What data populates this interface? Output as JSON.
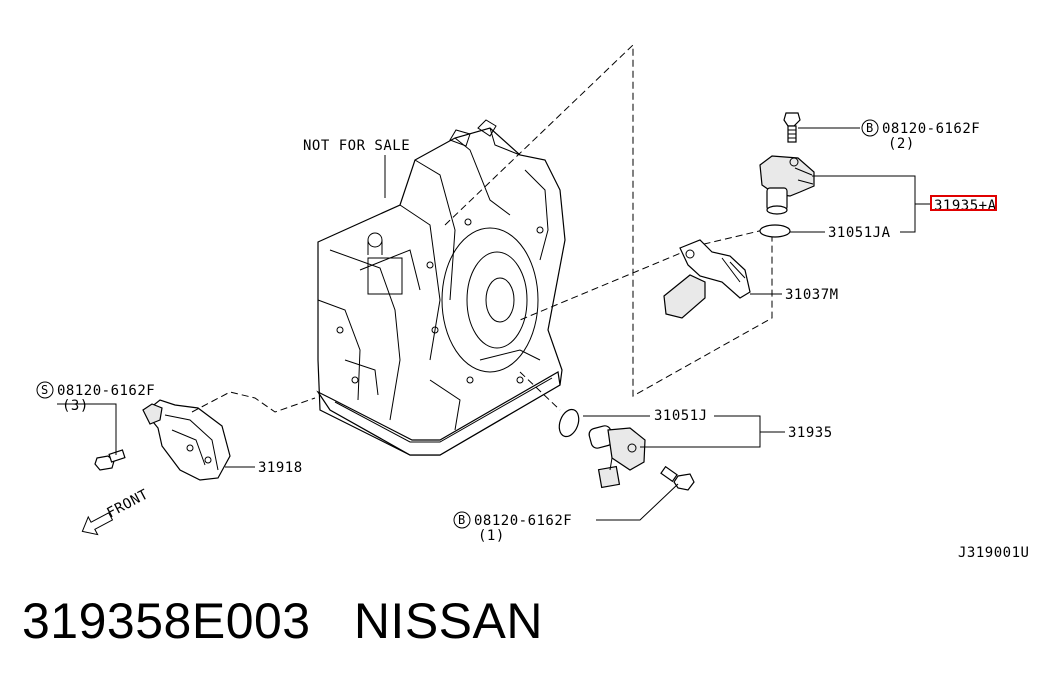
{
  "labels": {
    "not_for_sale": "NOT FOR SALE",
    "bolt_top_circle": "B",
    "bolt_top_code": "08120-6162F",
    "bolt_top_qty": "(2)",
    "part_31935_a": "31935+A",
    "part_31051ja": "31051JA",
    "part_31037m": "31037M",
    "bolt_left_circle": "S",
    "bolt_left_code": "08120-6162F",
    "bolt_left_qty": "(3)",
    "part_31918": "31918",
    "part_31051j": "31051J",
    "part_31935": "31935",
    "bolt_bottom_circle": "B",
    "bolt_bottom_code": "08120-6162F",
    "bolt_bottom_qty": "(1)",
    "front": "FRONT",
    "diagram_code": "J319001U"
  },
  "caption": {
    "part_number": "319358E003",
    "brand": "NISSAN"
  },
  "colors": {
    "ink": "#000000",
    "highlight": "#e00000",
    "background": "#ffffff"
  }
}
